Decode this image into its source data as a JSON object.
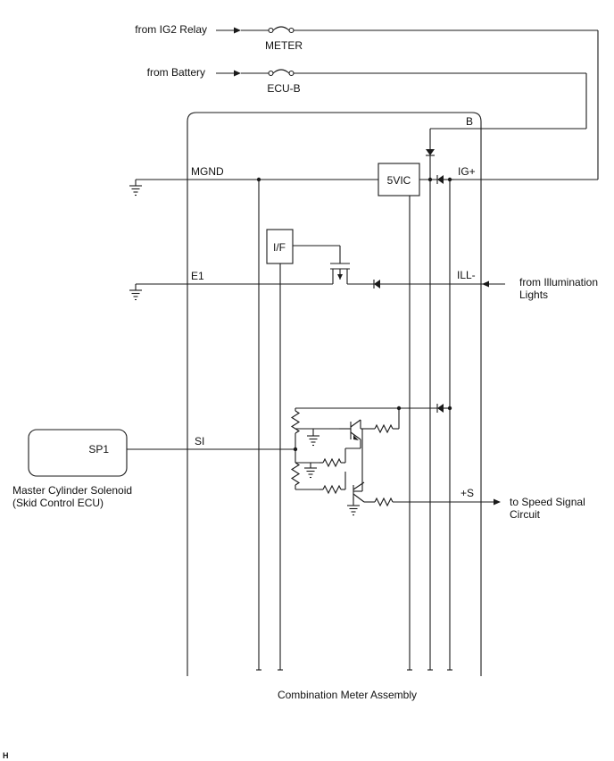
{
  "inputs": {
    "ig2": "from IG2 Relay",
    "battery": "from Battery",
    "illumination_line1": "from Illumination",
    "illumination_line2": "Lights"
  },
  "fuses": {
    "meter": "METER",
    "ecu_b": "ECU-B"
  },
  "terminals": {
    "b": "B",
    "ig_plus": "IG+",
    "mgnd": "MGND",
    "e1": "E1",
    "ill_minus": "ILL-",
    "si": "SI",
    "s_plus": "+S",
    "sp1": "SP1"
  },
  "components": {
    "vic": "5VIC",
    "if": "I/F"
  },
  "external": {
    "solenoid_line1": "Master Cylinder Solenoid",
    "solenoid_line2": "(Skid Control ECU)",
    "speed_line1": "to Speed Signal",
    "speed_line2": "Circuit"
  },
  "assembly_label": "Combination Meter Assembly",
  "corner_mark": "H"
}
